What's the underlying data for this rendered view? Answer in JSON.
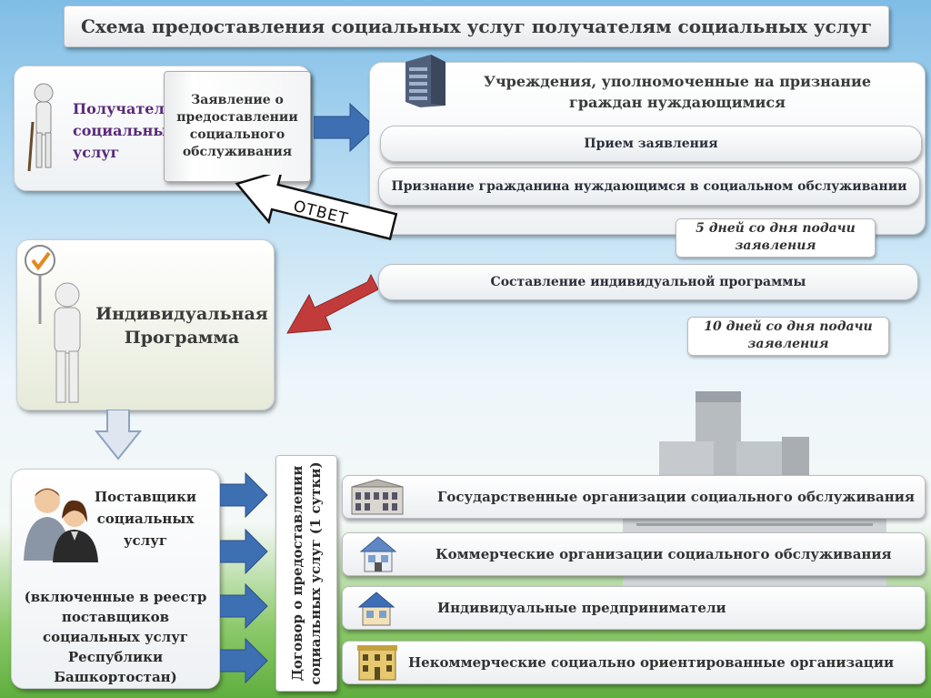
{
  "title": "Схема предоставления социальных услуг получателям социальных услуг",
  "recipient": {
    "label_lines": [
      "Получатель",
      "социальных",
      "услуг"
    ]
  },
  "application": {
    "lines": [
      "Заявление о",
      "предоставлении",
      "социального",
      "обслуживания"
    ]
  },
  "institutions": {
    "heading_lines": [
      "Учреждения, уполномоченные  на признание",
      "граждан нуждающимися"
    ],
    "step1": "Прием заявления",
    "step2": "Признание гражданина нуждающимся в социальном обслуживании"
  },
  "answer_label": "ОТВЕТ",
  "note1": {
    "lines": [
      "5  дней со дня  подачи",
      "заявления"
    ]
  },
  "program_step": "Составление  индивидуальной программы",
  "note2": {
    "lines": [
      "10 дней со дня  подачи",
      "заявления"
    ]
  },
  "individual_program": {
    "lines": [
      "Индивидуальная",
      "Программа"
    ]
  },
  "providers": {
    "title_lines": [
      "Поставщики",
      "социальных",
      "услуг"
    ],
    "detail_lines": [
      "(включенные в реестр",
      "поставщиков",
      "социальных услуг",
      "Республики",
      "Башкортостан)"
    ]
  },
  "contract_label": "Договор о предоставлении социальных услуг (1 сутки)",
  "organizations": [
    {
      "label": "Государственные организации социального обслуживания",
      "icon": "government-building-icon"
    },
    {
      "label": "Коммерческие организации социального обслуживания",
      "icon": "house-icon"
    },
    {
      "label": "Индивидуальные предприниматели",
      "icon": "cottage-icon"
    },
    {
      "label": "Некоммерческие социально ориентированные организации",
      "icon": "yellow-building-icon"
    }
  ],
  "colors": {
    "arrow_blue": "#3d6fb3",
    "arrow_red": "#c23b3b",
    "purple_text": "#5a2a7a"
  }
}
